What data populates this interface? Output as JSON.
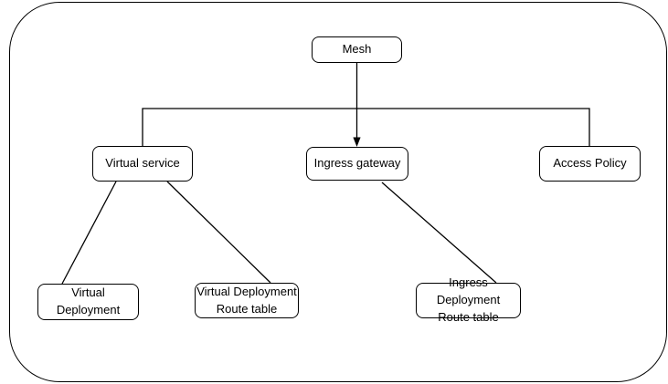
{
  "diagram": {
    "nodes": [
      {
        "id": "mesh",
        "label": "Mesh"
      },
      {
        "id": "virtual-service",
        "label": "Virtual service"
      },
      {
        "id": "ingress-gateway",
        "label": "Ingress gateway"
      },
      {
        "id": "access-policy",
        "label": "Access Policy"
      },
      {
        "id": "virtual-deployment",
        "label": "Virtual Deployment"
      },
      {
        "id": "virtual-deployment-route-table",
        "label": "Virtual Deployment\nRoute table"
      },
      {
        "id": "ingress-deployment-route-table",
        "label": "Ingress Deployment\nRoute table"
      }
    ],
    "edges": [
      {
        "from": "mesh",
        "to": "ingress-gateway",
        "arrow": true
      },
      {
        "from": "mesh",
        "to": "virtual-service",
        "arrow": false
      },
      {
        "from": "mesh",
        "to": "access-policy",
        "arrow": false
      },
      {
        "from": "virtual-service",
        "to": "virtual-deployment",
        "arrow": false
      },
      {
        "from": "virtual-service",
        "to": "virtual-deployment-route-table",
        "arrow": false
      },
      {
        "from": "ingress-gateway",
        "to": "ingress-deployment-route-table",
        "arrow": false
      }
    ],
    "colors": {
      "stroke": "#000000",
      "node_fill": "#ffffff",
      "background": "#ffffff"
    }
  }
}
